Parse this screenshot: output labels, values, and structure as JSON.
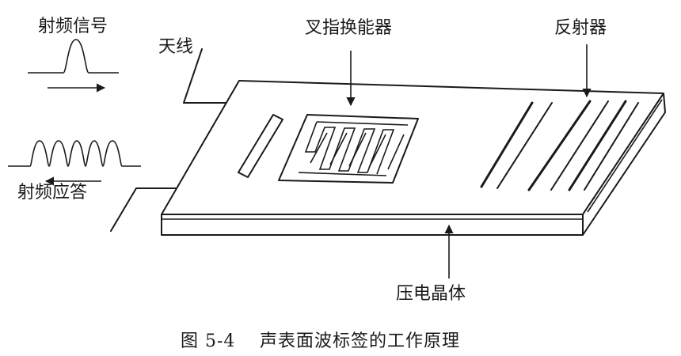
{
  "labels": {
    "rf_signal": "射频信号",
    "antenna": "天线",
    "idt": "叉指换能器",
    "reflector": "反射器",
    "rf_response": "射频应答",
    "substrate": "压电晶体"
  },
  "caption": {
    "number": "图 5-4",
    "title": "声表面波标签的工作原理"
  }
}
